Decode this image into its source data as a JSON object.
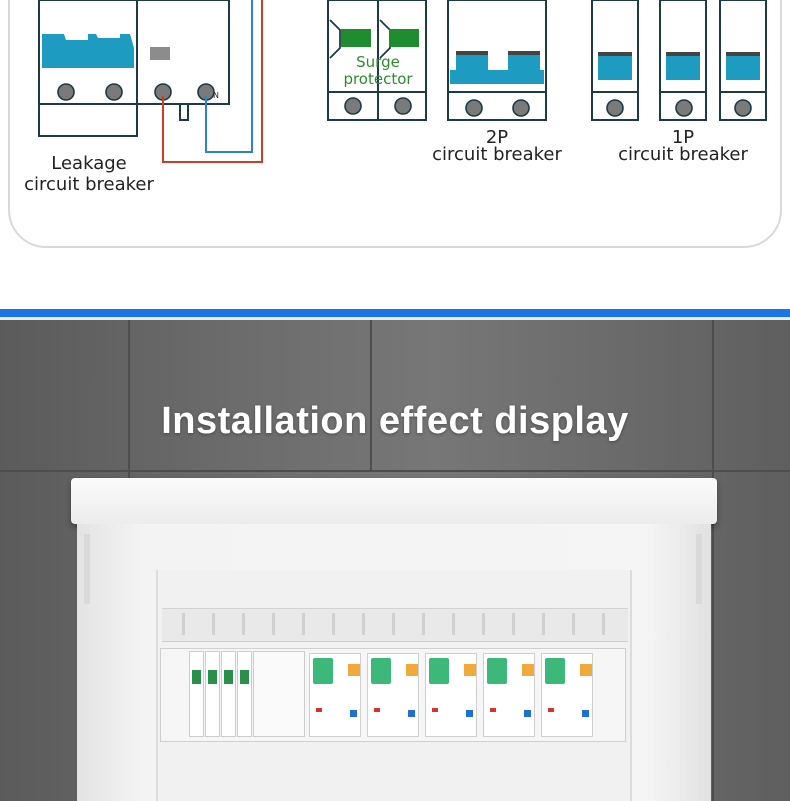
{
  "diagram": {
    "leakage_breaker_label_1": "Leakage",
    "leakage_breaker_label_2": "circuit breaker",
    "neutral_terminal": "N",
    "surge_label_1": "Surge",
    "surge_label_2": "protector",
    "two_pole_label_1": "2P",
    "two_pole_label_2": "circuit breaker",
    "one_pole_label_1": "1P",
    "one_pole_label_2": "circuit breaker",
    "colors": {
      "breaker_body": "#1e9bc0",
      "breaker_outline": "#1c3a48",
      "surge_green": "#1f8c2f",
      "live_wire": "#d23a2a",
      "neutral_wire": "#2e7fd6",
      "divider": "#1a76e8"
    }
  },
  "installation": {
    "title": "Installation effect display"
  }
}
